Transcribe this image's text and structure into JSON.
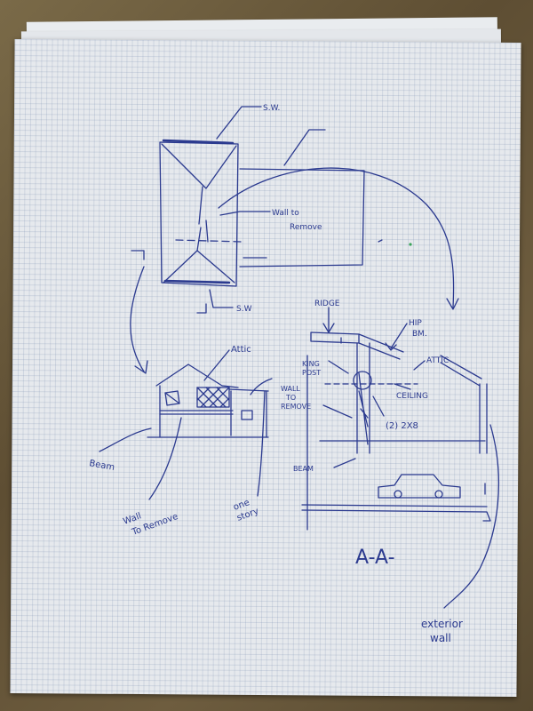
{
  "labels": {
    "sw_top": "S.W.",
    "wall_to_remove_plan_1": "Wall to",
    "wall_to_remove_plan_2": "Remove",
    "sw_bottom": "S.W",
    "attic_left": "Attic",
    "beam_left": "Beam",
    "wall_to_remove_section_1": "Wall",
    "wall_to_remove_section_2": "To Remove",
    "one_story_1": "one",
    "one_story_2": "story",
    "ridge": "RIDGE",
    "hip_bm_1": "HIP",
    "hip_bm_2": "BM.",
    "attic_right": "ATTIC",
    "king_post_1": "KING",
    "king_post_2": "POST",
    "ceiling": "CEILING",
    "wall_to_remove_right_1": "WALL",
    "wall_to_remove_right_2": "TO",
    "wall_to_remove_right_3": "REMOVE",
    "two_2x8": "(2) 2X8",
    "beam_right": "BEAM",
    "section_mark": "A-A-",
    "exterior_wall_1": "exterior",
    "exterior_wall_2": "wall"
  },
  "colors": {
    "ink": "#2b3a8f",
    "paper": "#e6e9ed",
    "grid": "#788caf",
    "desk": "#6b5a3c"
  }
}
